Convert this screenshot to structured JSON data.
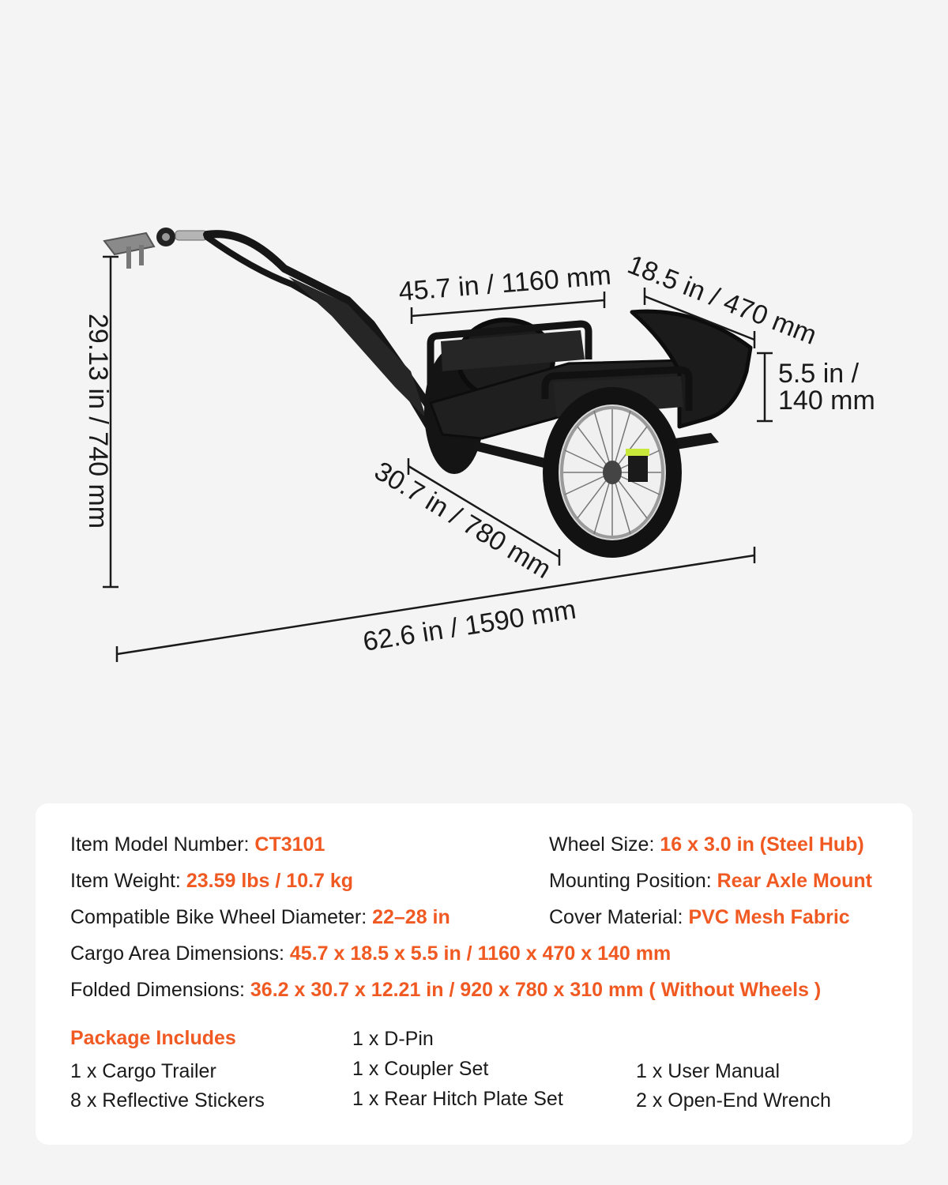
{
  "dimensions": {
    "cargo_length": "45.7 in / 1160 mm",
    "cargo_width": "18.5 in / 470 mm",
    "cargo_height_line1": "5.5 in /",
    "cargo_height_line2": "140 mm",
    "overall_height": "29.13 in / 740 mm",
    "wheel_track": "30.7 in / 780 mm",
    "overall_length": "62.6 in / 1590 mm"
  },
  "specs": {
    "model": {
      "label": "Item Model Number: ",
      "value": "CT3101"
    },
    "weight": {
      "label": "Item Weight: ",
      "value": "23.59 lbs / 10.7 kg"
    },
    "wheel_diameter": {
      "label": "Compatible Bike Wheel Diameter: ",
      "value": "22–28 in"
    },
    "cargo_area": {
      "label": "Cargo Area Dimensions: ",
      "value": "45.7 x 18.5 x 5.5 in / 1160 x 470 x 140 mm"
    },
    "folded": {
      "label": "Folded Dimensions: ",
      "value": "36.2 x 30.7 x 12.21 in / 920 x 780 x 310 mm ( Without Wheels )"
    },
    "wheel_size": {
      "label": "Wheel Size: ",
      "value": "16 x 3.0 in (Steel Hub)"
    },
    "mounting": {
      "label": "Mounting Position: ",
      "value": "Rear Axle Mount"
    },
    "cover": {
      "label": "Cover Material: ",
      "value": "PVC Mesh Fabric"
    }
  },
  "package": {
    "title": "Package Includes",
    "items": [
      "1 x Cargo Trailer",
      "8 x Reflective Stickers",
      "1 x D-Pin",
      "1 x Coupler Set",
      "1 x Rear Hitch Plate Set",
      "1 x User Manual",
      "2 x Open-End Wrench"
    ]
  },
  "colors": {
    "accent": "#f05a22",
    "background": "#f4f4f4",
    "card": "#ffffff",
    "text": "#1a1a1a"
  }
}
